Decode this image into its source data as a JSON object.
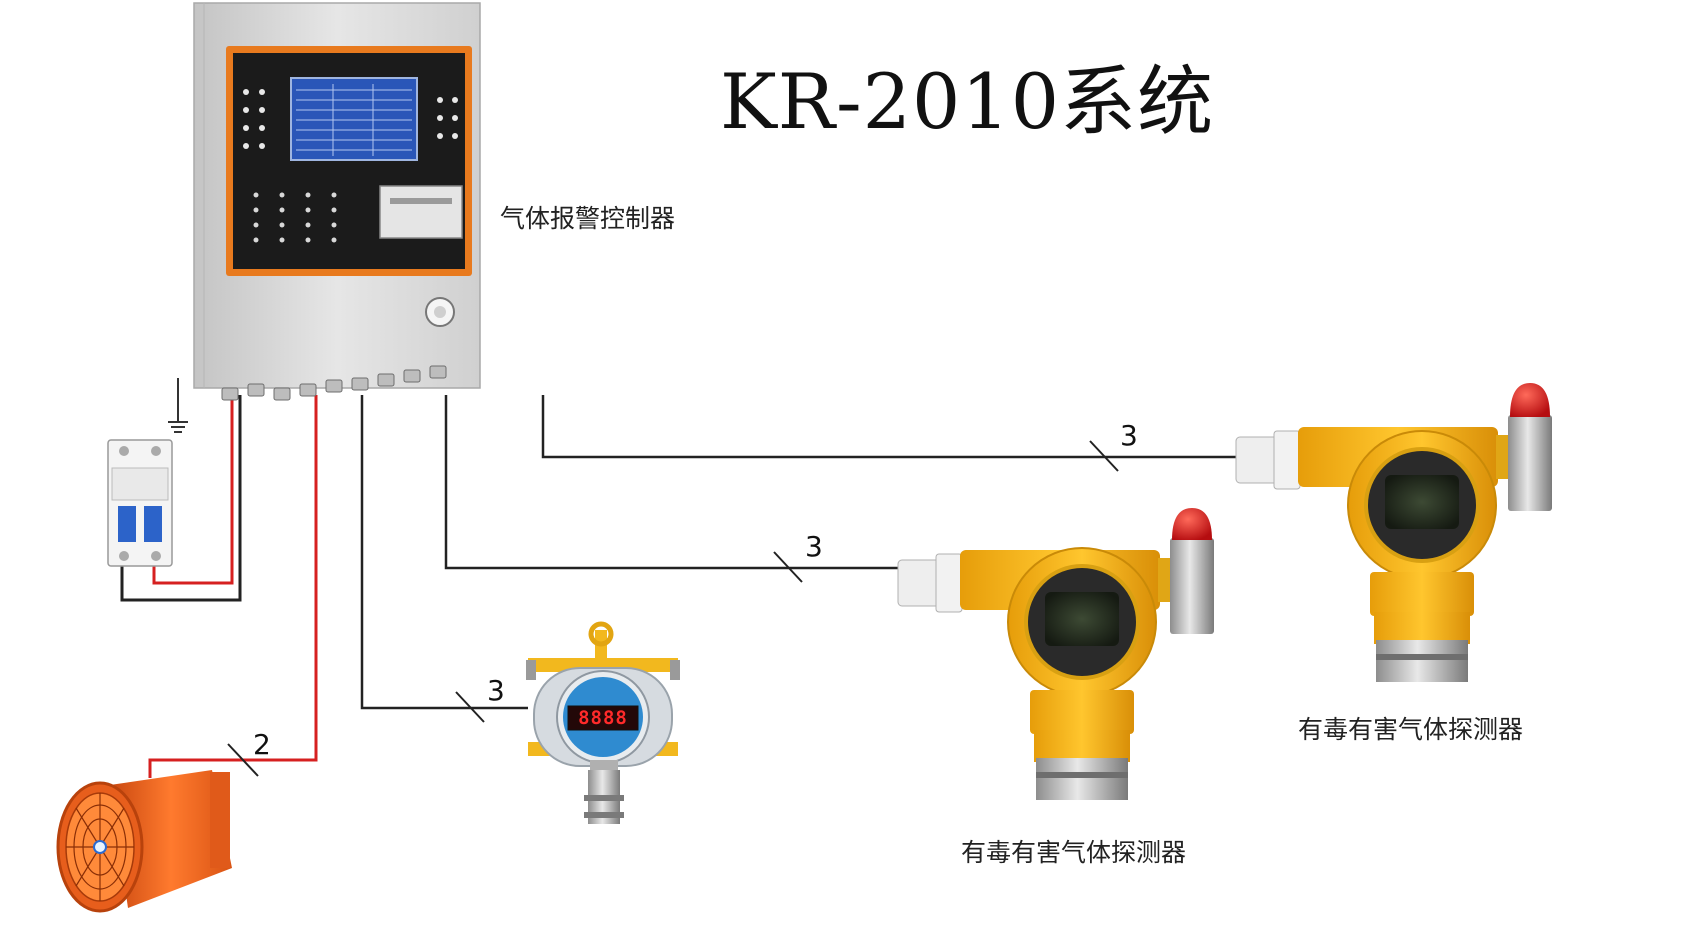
{
  "diagram": {
    "title": "KR-2010系统",
    "controller_label": "气体报警控制器",
    "detector_label_1": "有毒有害气体探测器",
    "detector_label_2": "有毒有害气体探测器",
    "detector_display": "8888",
    "wire_counts": {
      "fan": "2",
      "small_detector": "3",
      "detector_1": "3",
      "detector_2": "3"
    },
    "colors": {
      "housing": "#dcdcdc",
      "panel_frame": "#e87a1e",
      "panel": "#1b1b1b",
      "screen": "#4a7fd6",
      "detector_yellow": "#f2b81e",
      "alarm_red": "#d8141a",
      "fan_orange": "#f0641e",
      "wire_red": "#d62020",
      "wire_black": "#222222"
    }
  }
}
